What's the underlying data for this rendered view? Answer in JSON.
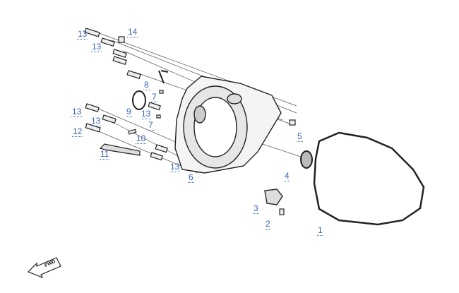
{
  "diagram": {
    "title_icon": "fwd-arrow-icon",
    "fwd_text": "FWD",
    "accent_color": "#3a64b4",
    "callouts": [
      {
        "id": "13a",
        "label": "13"
      },
      {
        "id": "14",
        "label": "14"
      },
      {
        "id": "13b",
        "label": "13"
      },
      {
        "id": "8",
        "label": "8"
      },
      {
        "id": "7a",
        "label": "7"
      },
      {
        "id": "9",
        "label": "9"
      },
      {
        "id": "13c",
        "label": "13"
      },
      {
        "id": "7b",
        "label": "7"
      },
      {
        "id": "13d",
        "label": "13"
      },
      {
        "id": "13e",
        "label": "13"
      },
      {
        "id": "12",
        "label": "12"
      },
      {
        "id": "10",
        "label": "10"
      },
      {
        "id": "11",
        "label": "11"
      },
      {
        "id": "13f",
        "label": "13"
      },
      {
        "id": "6",
        "label": "6"
      },
      {
        "id": "5",
        "label": "5"
      },
      {
        "id": "4",
        "label": "4"
      },
      {
        "id": "3",
        "label": "3"
      },
      {
        "id": "2",
        "label": "2"
      },
      {
        "id": "1",
        "label": "1"
      }
    ]
  }
}
